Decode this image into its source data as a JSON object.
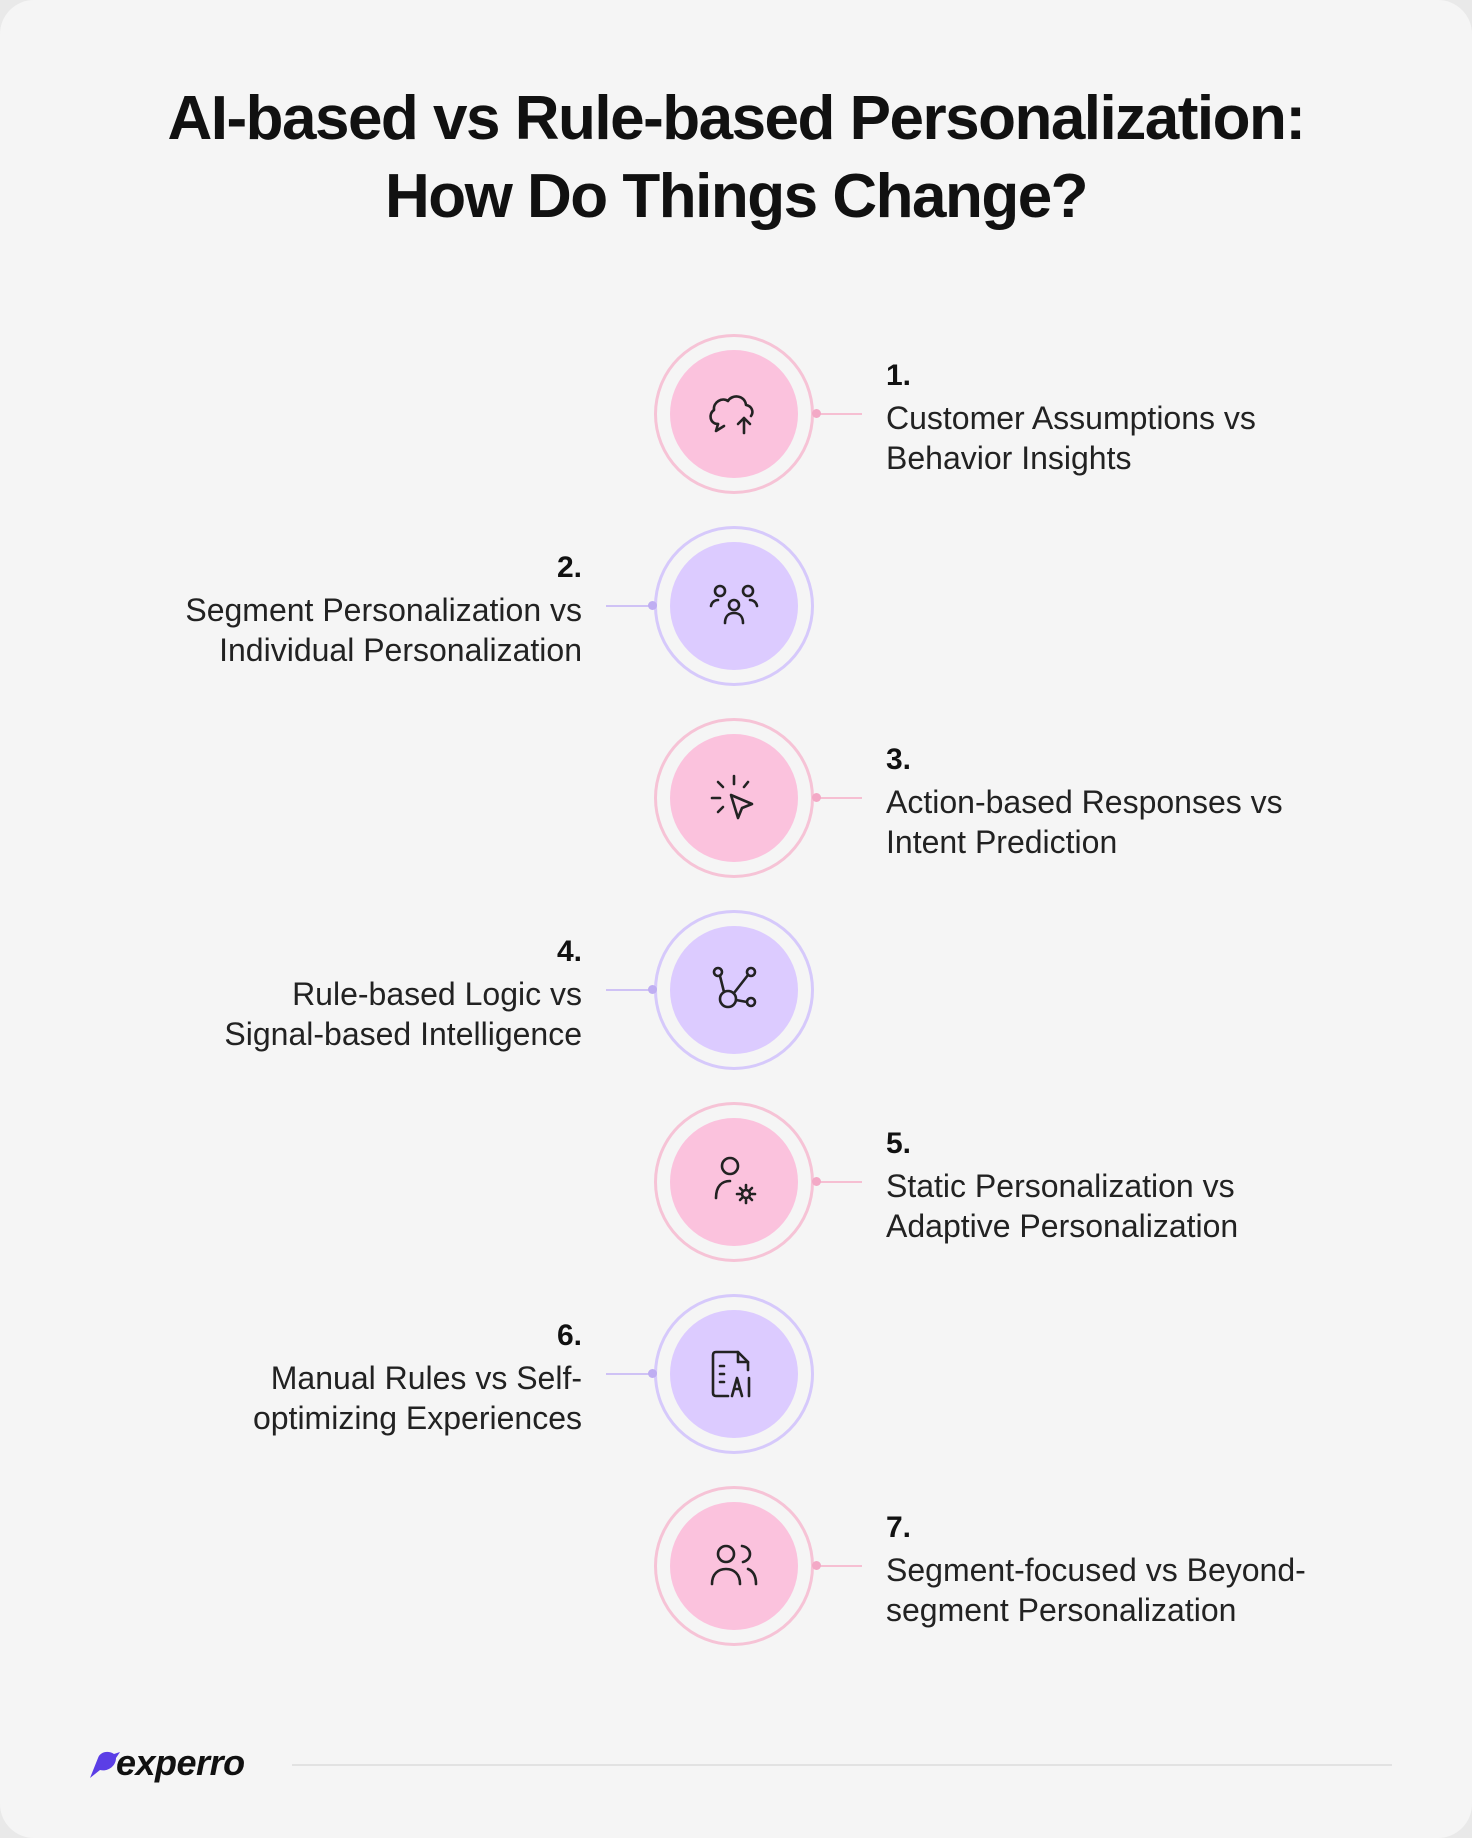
{
  "title": {
    "line1_part1": "AI-based ",
    "line1_bold": "vs",
    "line1_part2": " Rule-based Personalization:",
    "line2": "How Do Things Change?"
  },
  "items": [
    {
      "number": "1.",
      "line1": "Customer Assumptions vs",
      "line2": "Behavior Insights",
      "icon": "cloud-upload-chat-icon",
      "color": "pink"
    },
    {
      "number": "2.",
      "line1": "Segment Personalization vs",
      "line2": "Individual Personalization",
      "icon": "user-group-icon",
      "color": "purple"
    },
    {
      "number": "3.",
      "line1": "Action-based Responses vs",
      "line2": "Intent Prediction",
      "icon": "cursor-click-icon",
      "color": "pink"
    },
    {
      "number": "4.",
      "line1": "Rule-based Logic vs",
      "line2": "Signal-based Intelligence",
      "icon": "network-nodes-icon",
      "color": "purple"
    },
    {
      "number": "5.",
      "line1": "Static Personalization vs",
      "line2": "Adaptive Personalization",
      "icon": "user-settings-icon",
      "color": "pink"
    },
    {
      "number": "6.",
      "line1": "Manual Rules vs Self-",
      "line2": "optimizing Experiences",
      "icon": "ai-document-icon",
      "color": "purple"
    },
    {
      "number": "7.",
      "line1": "Segment-focused vs Beyond-",
      "line2": "segment Personalization",
      "icon": "users-icon",
      "color": "pink"
    }
  ],
  "colors": {
    "pink_disc": "#fbc2dd",
    "pink_ring": "#f6c3d6",
    "purple_disc": "#dccbff",
    "purple_ring": "#d6c9fb",
    "background": "#f5f5f5",
    "brand": "#5b3ee6"
  },
  "footer": {
    "logo_text": "experro",
    "logo_icon": "bird-icon"
  }
}
